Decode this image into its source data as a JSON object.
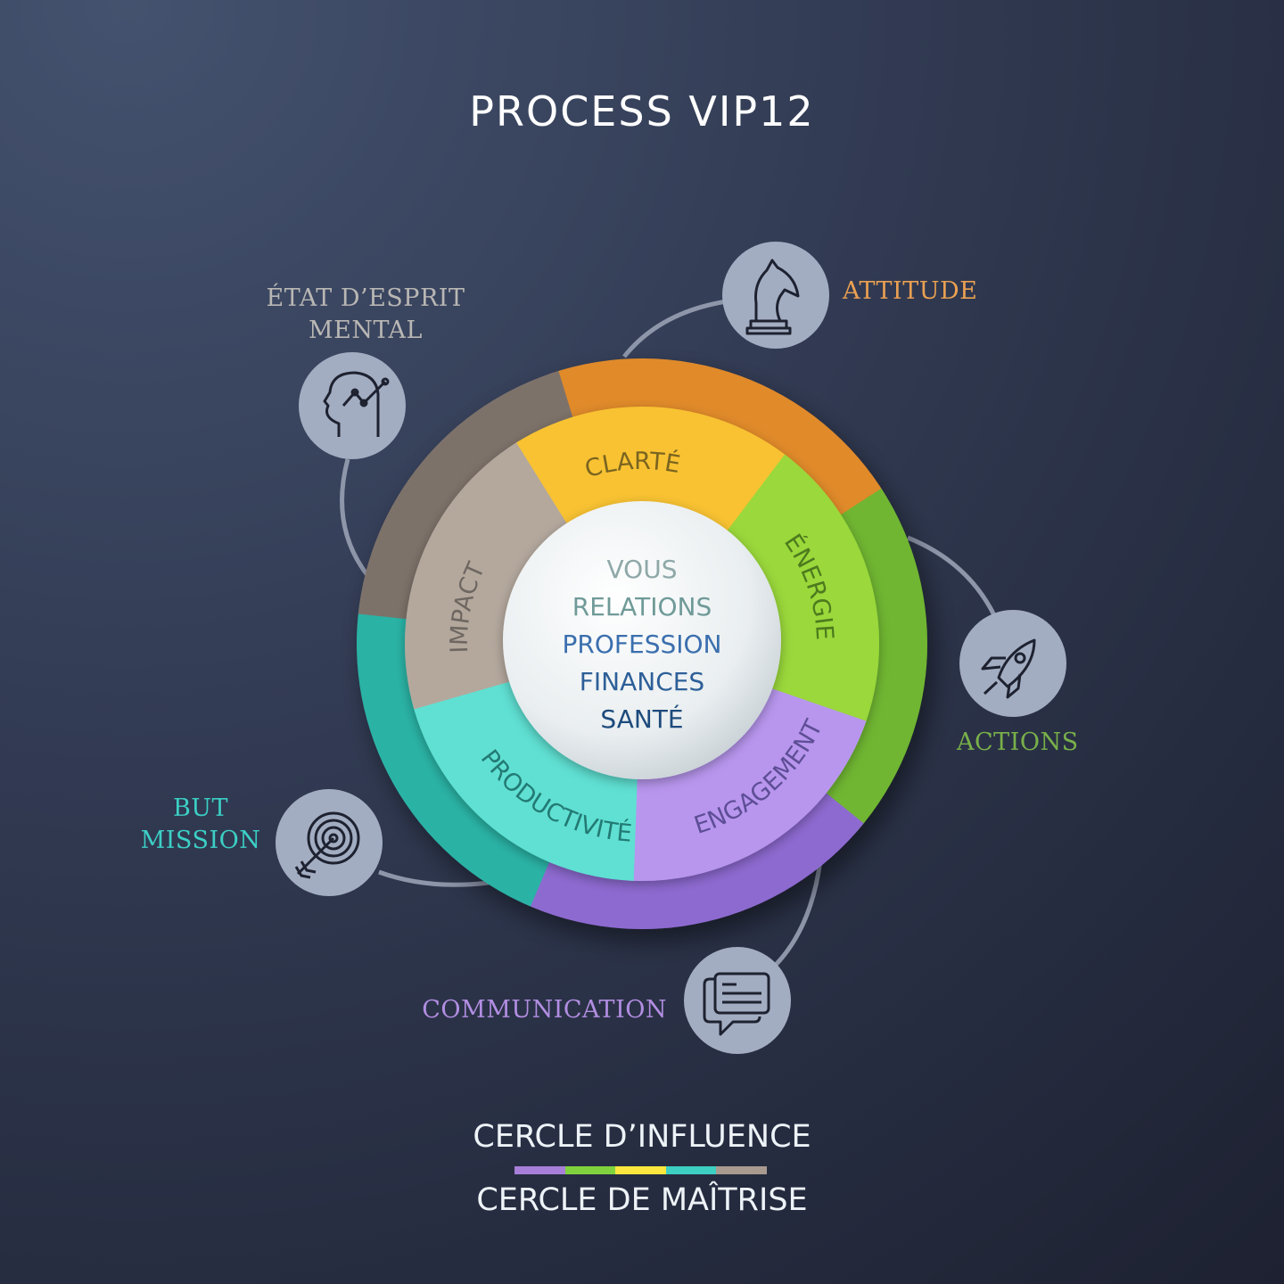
{
  "title": "PROCESS VIP12",
  "outer_segments": [
    {
      "name": "orange",
      "color": "#e08a2a"
    },
    {
      "name": "green",
      "color": "#6fb631"
    },
    {
      "name": "purple",
      "color": "#8d6ad0"
    },
    {
      "name": "teal",
      "color": "#2bb3a5"
    },
    {
      "name": "brown",
      "color": "#7d726b"
    }
  ],
  "inner_segments": [
    {
      "label": "CLARTÉ",
      "color": "#f8c233",
      "text_color": "#7a6420"
    },
    {
      "label": "ÉNERGIE",
      "color": "#9ad83b",
      "text_color": "#4d7a1e"
    },
    {
      "label": "ENGAGEMENT",
      "color": "#b896ee",
      "text_color": "#5e4e96"
    },
    {
      "label": "PRODUCTIVITÉ",
      "color": "#5fe0d2",
      "text_color": "#237a74"
    },
    {
      "label": "IMPACT",
      "color": "#b4a89d",
      "text_color": "#6e6761"
    }
  ],
  "center": {
    "lines": [
      {
        "text": "VOUS",
        "color": "#8fa8a8"
      },
      {
        "text": "RELATIONS",
        "color": "#6f9a98"
      },
      {
        "text": "PROFESSION",
        "color": "#3b6fae"
      },
      {
        "text": "FINANCES",
        "color": "#2d5f98"
      },
      {
        "text": "SANTÉ",
        "color": "#1d4a7c"
      }
    ]
  },
  "nodes": [
    {
      "id": "attitude",
      "label": "ATTITUDE",
      "icon": "chess-knight-icon",
      "color": "#eaa052"
    },
    {
      "id": "etat",
      "label_lines": [
        "ÉTAT D’ESPRIT",
        "MENTAL"
      ],
      "icon": "head-growth-icon",
      "color": "#b9b7b4"
    },
    {
      "id": "actions",
      "label": "ACTIONS",
      "icon": "rocket-icon",
      "color": "#79b04a"
    },
    {
      "id": "but",
      "label_lines": [
        "BUT",
        "MISSION"
      ],
      "icon": "target-arrow-icon",
      "color": "#3ccfc5"
    },
    {
      "id": "communication",
      "label": "COMMUNICATION",
      "icon": "chat-bubbles-icon",
      "color": "#b28ee2"
    }
  ],
  "legend": {
    "top": "CERCLE D’INFLUENCE",
    "bottom": "CERCLE DE MAÎTRISE",
    "bar_colors": [
      "#a77fd8",
      "#7fd23e",
      "#fbe73d",
      "#3ccfc2",
      "#a99a90"
    ]
  }
}
